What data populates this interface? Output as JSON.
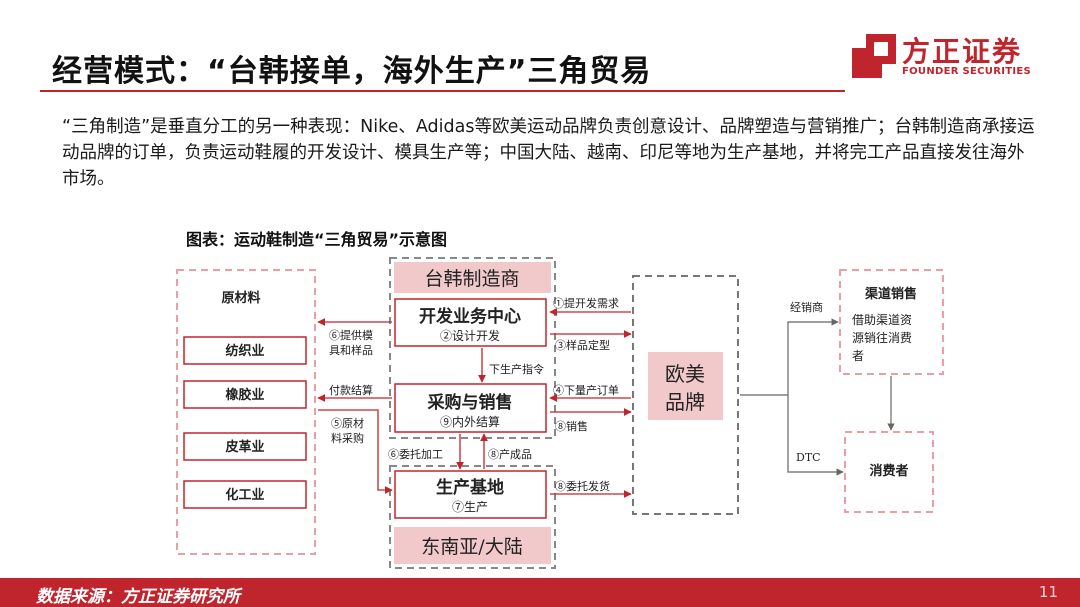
{
  "header": {
    "title": "经营模式：“台韩接单，海外生产”三角贸易",
    "logo_cn": "方正证券",
    "logo_en": "FOUNDER SECURITIES"
  },
  "intro": {
    "paragraph": "“三角制造”是垂直分工的另一种表现：Nike、Adidas等欧美运动品牌负责创意设计、品牌塑造与营销推广；台韩制造商承接运动品牌的订单，负责运动鞋履的开发设计、模具生产等；中国大陆、越南、印尼等地为生产基地，并将完工产品直接发往海外市场。"
  },
  "figure": {
    "caption": "图表：运动鞋制造“三角贸易”示意图",
    "raw_materials": {
      "title": "原材料",
      "items": [
        "纺织业",
        "橡胶业",
        "皮革业",
        "化工业"
      ]
    },
    "taiwan_korea": {
      "title": "台韩制造商",
      "dev_center": {
        "title": "开发业务中心",
        "sub": "②设计开发"
      },
      "procurement": {
        "title": "采购与销售",
        "sub": "⑨内外结算"
      }
    },
    "production": {
      "title": "生产基地",
      "sub": "⑦生产",
      "region": "东南亚/大陆"
    },
    "brand": {
      "line1": "欧美",
      "line2": "品牌"
    },
    "channel": {
      "title": "渠道销售",
      "desc_lines": [
        "借助渠道资",
        "源销往消费",
        "者"
      ]
    },
    "consumer": {
      "title": "消费者"
    },
    "labels": {
      "provide_mold_1": "⑥提供模",
      "provide_mold_2": "具和样品",
      "payment": "付款结算",
      "raw_purchase_1": "⑤原材",
      "raw_purchase_2": "料采购",
      "dev_demand": "①提开发需求",
      "sample_confirm": "③样品定型",
      "production_order": "下生产指令",
      "bulk_order": "④下量产订单",
      "sales": "⑧销售",
      "outsource": "⑥委托加工",
      "finished_goods": "⑧产成品",
      "outsource_ship": "⑧委托发货",
      "distributor": "经销商",
      "dtc": "DTC"
    }
  },
  "footer": {
    "source": "数据来源：方正证券研究所",
    "page": "11"
  },
  "colors": {
    "accent": "#c0252d",
    "box_border_red": "#c0252d",
    "dashed_pink": "#e8a0a4",
    "dashed_gray": "#777777",
    "region_fill": "#f2c9cb"
  }
}
